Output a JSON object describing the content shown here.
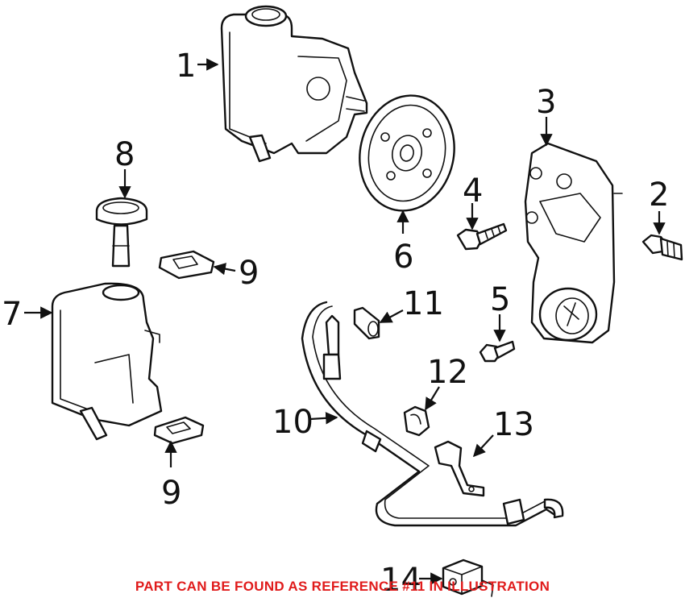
{
  "callouts": [
    {
      "id": "c1",
      "label": "1"
    },
    {
      "id": "c2",
      "label": "2"
    },
    {
      "id": "c3",
      "label": "3"
    },
    {
      "id": "c4",
      "label": "4"
    },
    {
      "id": "c5",
      "label": "5"
    },
    {
      "id": "c6",
      "label": "6"
    },
    {
      "id": "c7",
      "label": "7"
    },
    {
      "id": "c8",
      "label": "8"
    },
    {
      "id": "c9a",
      "label": "9"
    },
    {
      "id": "c9b",
      "label": "9"
    },
    {
      "id": "c10",
      "label": "10"
    },
    {
      "id": "c11",
      "label": "11"
    },
    {
      "id": "c12",
      "label": "12"
    },
    {
      "id": "c13",
      "label": "13"
    },
    {
      "id": "c14",
      "label": "14"
    }
  ],
  "note": {
    "text": "PART CAN BE FOUND AS REFERENCE #11 IN ILLUSTRATION",
    "color": "#e01b1b"
  },
  "colors": {
    "line": "#111111",
    "background": "#ffffff"
  }
}
